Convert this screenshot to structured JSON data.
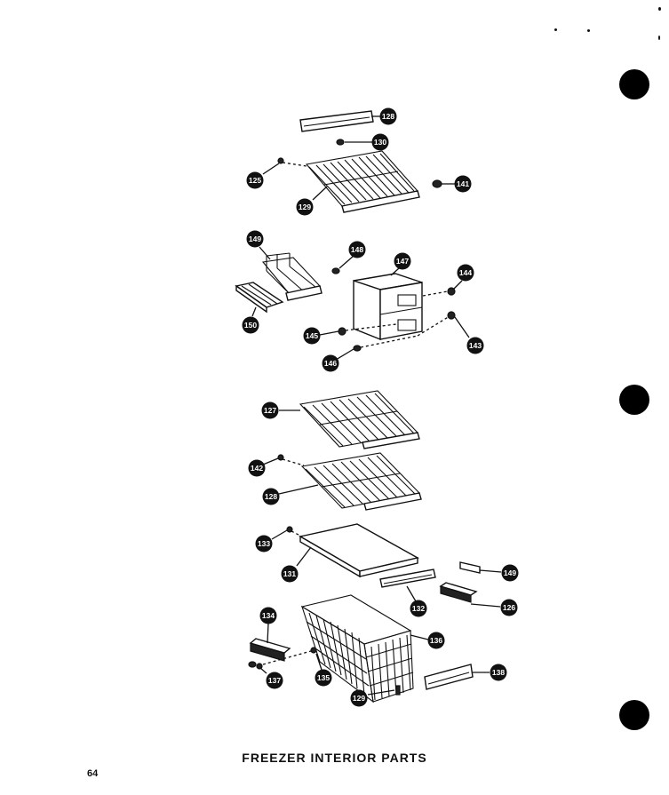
{
  "caption": "FREEZER INTERIOR PARTS",
  "page_number": "64",
  "callouts": [
    "128",
    "130",
    "125",
    "141",
    "129",
    "149",
    "148",
    "147",
    "144",
    "150",
    "145",
    "146",
    "143",
    "127",
    "142",
    "128",
    "133",
    "131",
    "149",
    "132",
    "126",
    "134",
    "136",
    "137",
    "135",
    "129",
    "138"
  ]
}
